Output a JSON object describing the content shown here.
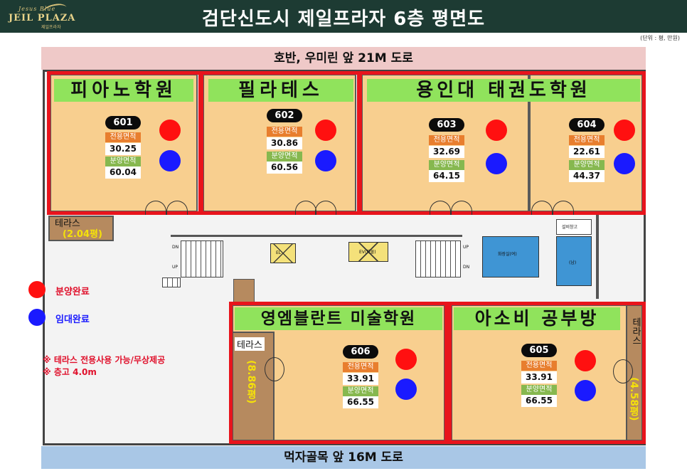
{
  "header": {
    "logo_small": "Jesus Blue",
    "logo_main": "JEIL PLAZA",
    "logo_sub": "제일프라자",
    "title": "검단신도시 제일프라자 6층 평면도",
    "unit_note": "(단위 : 평, 만원)"
  },
  "roads": {
    "top": "호반, 우미린 앞 21M 도로",
    "bottom": "먹자골목 앞 16M 도로"
  },
  "labels": {
    "exclusive": "전용면적",
    "sale": "분양면적"
  },
  "tenants": {
    "piano": "피아노학원",
    "pilates": "필라테스",
    "taekwondo": "용인대 태권도학원",
    "art": "영엠블란트 미술학원",
    "study": "아소비 공부방"
  },
  "units": [
    {
      "no": "601",
      "exclusive": "30.25",
      "sale": "60.04"
    },
    {
      "no": "602",
      "exclusive": "30.86",
      "sale": "60.56"
    },
    {
      "no": "603",
      "exclusive": "32.69",
      "sale": "64.15"
    },
    {
      "no": "604",
      "exclusive": "22.61",
      "sale": "44.37"
    },
    {
      "no": "605",
      "exclusive": "33.91",
      "sale": "66.55"
    },
    {
      "no": "606",
      "exclusive": "33.91",
      "sale": "66.55"
    }
  ],
  "terraces": {
    "label": "테라스",
    "t601_area": "(2.04평)",
    "t606_area": "(8.86평)",
    "t605_area": "(4.58평)"
  },
  "core": {
    "dn": "DN",
    "up": "UP",
    "ev1": "EL",
    "ev2": "EV(화물)",
    "restroom_female": "화장실(여)",
    "restroom_male": "(남)",
    "storage": "설비창고"
  },
  "legend": {
    "sold": "분양완료",
    "leased": "임대완료",
    "note1": "※ 테라스 전용사용 가능/무상제공",
    "note2": "※ 층고 4.0m"
  },
  "colors": {
    "sold": "#ff1010",
    "leased": "#1a1aff",
    "frame": "#e8141c",
    "unit_fill": "#f8cf8f",
    "tenant_banner": "#90e35c"
  }
}
